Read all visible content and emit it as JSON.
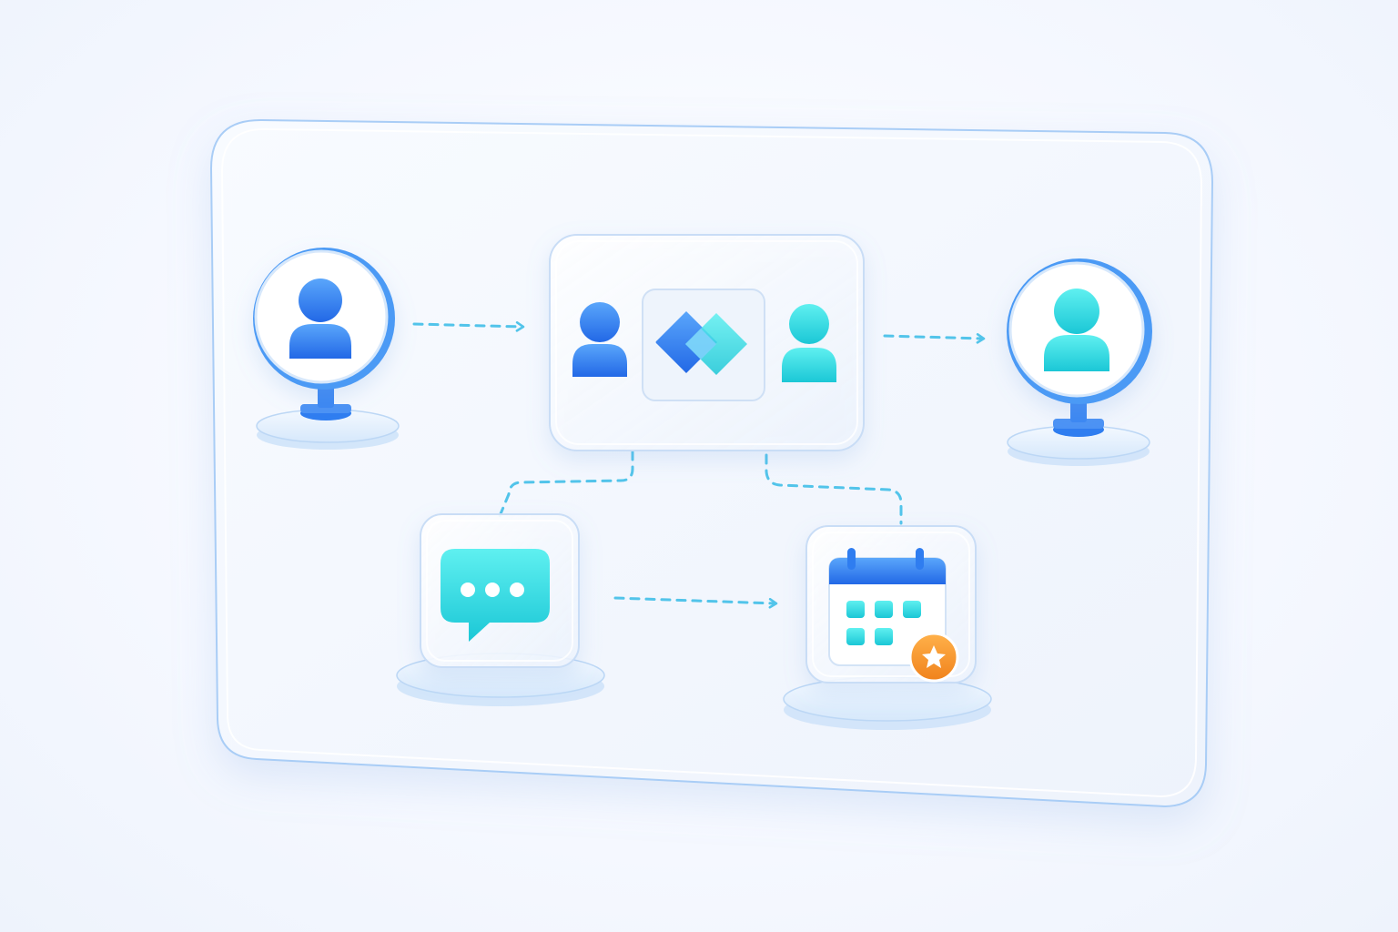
{
  "colors": {
    "blue": "#2f7df0",
    "blue_light": "#5aa6fb",
    "teal": "#23d5de",
    "teal_light": "#5ff0f0",
    "orange": "#f7952b",
    "connector": "#52c4ea",
    "panel_border": "#a9cdf6",
    "glass_border": "#c9ddf6"
  },
  "nodes": [
    {
      "id": "sender-user",
      "icon": "user-icon",
      "color": "blue"
    },
    {
      "id": "matching-hub",
      "icon": "link-diamonds-icon",
      "members": [
        "user-icon",
        "user-icon"
      ]
    },
    {
      "id": "receiver-user",
      "icon": "user-icon",
      "color": "teal"
    },
    {
      "id": "chat-card",
      "icon": "chat-bubble-icon",
      "color": "teal"
    },
    {
      "id": "calendar-card",
      "icon": "calendar-icon",
      "badge": "star-icon",
      "badge_color": "orange"
    }
  ],
  "edges": [
    {
      "from": "sender-user",
      "to": "matching-hub",
      "style": "dashed-arrow"
    },
    {
      "from": "matching-hub",
      "to": "receiver-user",
      "style": "dashed-arrow"
    },
    {
      "from": "matching-hub",
      "to": "chat-card",
      "style": "dashed"
    },
    {
      "from": "matching-hub",
      "to": "calendar-card",
      "style": "dashed"
    },
    {
      "from": "chat-card",
      "to": "calendar-card",
      "style": "dashed-arrow"
    }
  ]
}
